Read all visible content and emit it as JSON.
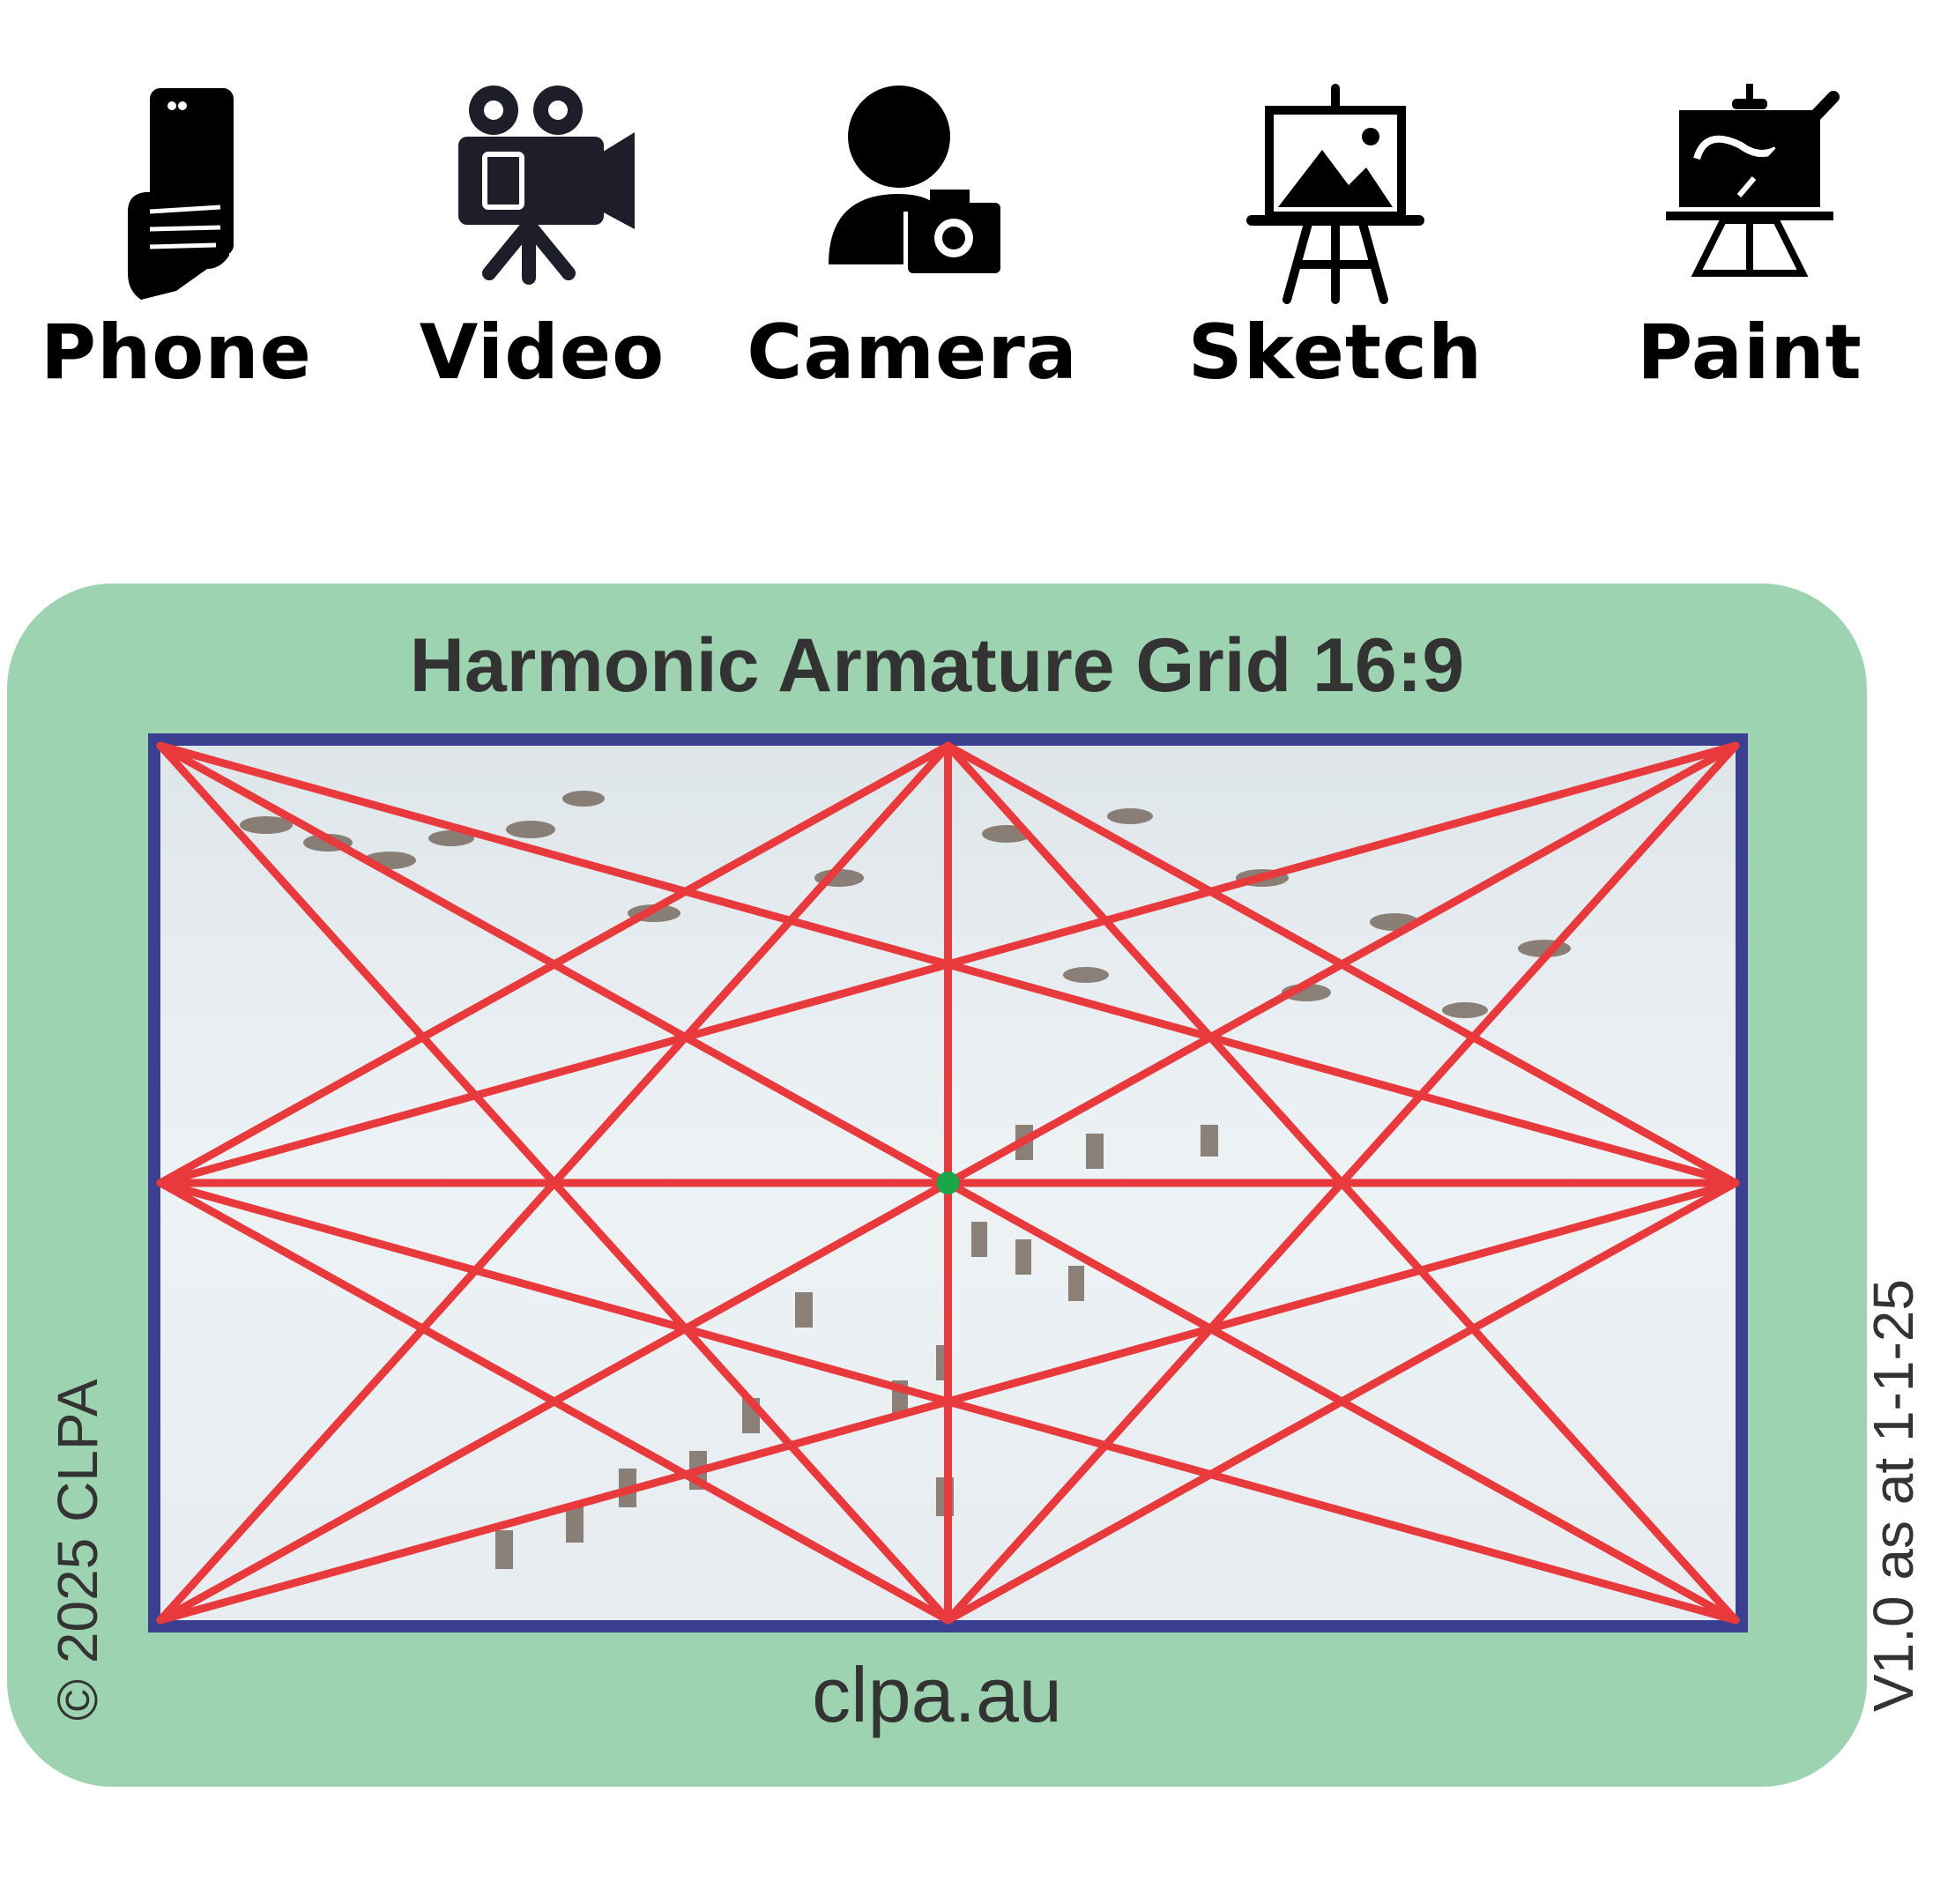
{
  "icons": [
    {
      "label": "Phone",
      "icon": "phone-in-hand-icon"
    },
    {
      "label": "Video",
      "icon": "video-camera-icon"
    },
    {
      "label": "Camera",
      "icon": "photographer-icon"
    },
    {
      "label": "Sketch",
      "icon": "easel-icon"
    },
    {
      "label": "Paint",
      "icon": "paint-canvas-icon"
    }
  ],
  "card": {
    "title": "Harmonic Armature Grid 16:9",
    "url": "clpa.au",
    "copyright": "© 2025 CLPA",
    "version": "V1.0 as at 1-1-25"
  },
  "colors": {
    "card_background": "#9dd3b0",
    "frame_border": "#3a3f8f",
    "grid_lines": "#e8393d",
    "center_point": "#1aa64a",
    "text_dark": "#333333"
  }
}
